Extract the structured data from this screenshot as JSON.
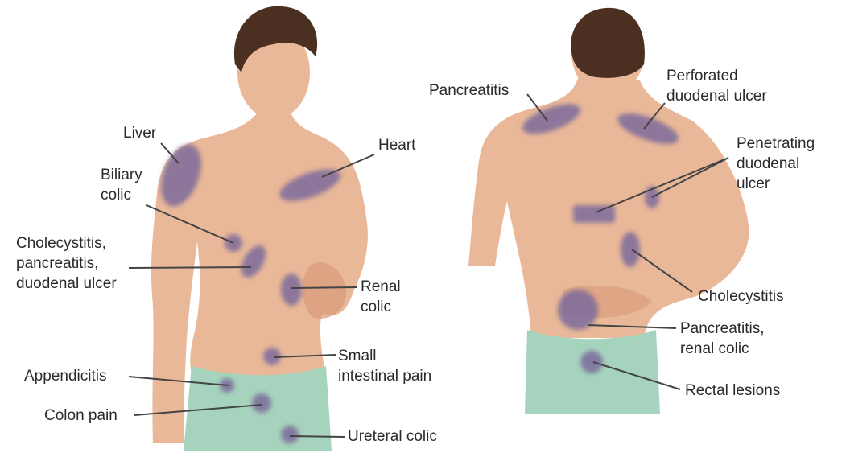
{
  "colors": {
    "skin": "#e9b898",
    "skin_shade": "#d99a7a",
    "hair": "#4b2f20",
    "pain_area": "#7c6b9c",
    "shorts": "#a6d3bd",
    "leader_line": "#444444",
    "label_text": "#2a2a2a"
  },
  "front_labels": {
    "liver": "Liver",
    "biliary_colic": "Biliary\ncolic",
    "cholecystitis_group": "Cholecystitis,\npancreatitis,\nduodenal ulcer",
    "heart": "Heart",
    "renal_colic": "Renal\ncolic",
    "small_intestinal_pain": "Small\nintestinal pain",
    "appendicitis": "Appendicitis",
    "colon_pain": "Colon pain",
    "ureteral_colic": "Ureteral colic"
  },
  "back_labels": {
    "pancreatitis": "Pancreatitis",
    "perforated_duodenal_ulcer": "Perforated\nduodenal ulcer",
    "penetrating_duodenal_ulcer": "Penetrating\nduodenal\nulcer",
    "cholecystitis": "Cholecystitis",
    "pancreatitis_renal_colic": "Pancreatitis,\nrenal colic",
    "rectal_lesions": "Rectal lesions"
  }
}
